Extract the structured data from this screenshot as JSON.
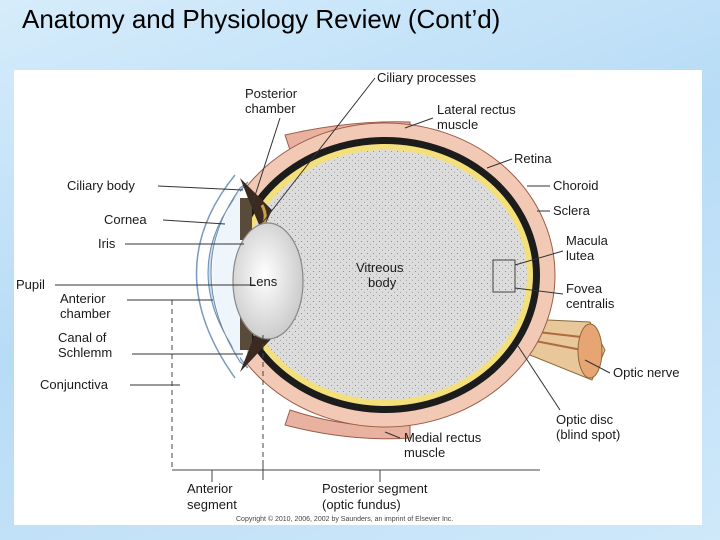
{
  "slide": {
    "title": "Anatomy and Physiology Review (Cont’d)"
  },
  "diagram": {
    "labels": {
      "ciliary_processes": "Ciliary processes",
      "posterior_chamber": [
        "Posterior",
        "chamber"
      ],
      "lateral_rectus": [
        "Lateral rectus",
        "muscle"
      ],
      "retina": "Retina",
      "choroid": "Choroid",
      "sclera": "Sclera",
      "ciliary_body": "Ciliary body",
      "cornea": "Cornea",
      "iris": "Iris",
      "pupil": "Pupil",
      "anterior_chamber": [
        "Anterior",
        "chamber"
      ],
      "canal_of_schlemm": [
        "Canal of",
        "Schlemm"
      ],
      "conjunctiva": "Conjunctiva",
      "lens": "Lens",
      "vitreous_body": [
        "Vitreous",
        "body"
      ],
      "macula_lutea": [
        "Macula",
        "lutea"
      ],
      "fovea_centralis": [
        "Fovea",
        "centralis"
      ],
      "optic_nerve": "Optic nerve",
      "optic_disc": [
        "Optic disc",
        "(blind spot)"
      ],
      "medial_rectus": [
        "Medial rectus",
        "muscle"
      ],
      "anterior_segment": [
        "Anterior",
        "segment"
      ],
      "posterior_segment": [
        "Posterior segment",
        "(optic fundus)"
      ]
    },
    "copyright": "Copyright © 2010, 2006, 2002 by Saunders, an imprint of Elsevier Inc.",
    "colors": {
      "sclera": "#f2c9b4",
      "choroid": "#1c1c1c",
      "retina": "#f3e07a",
      "vitreous": "#d9d9d9",
      "lens": "#e4e4e4",
      "cornea": "#c9def1",
      "muscle": "#e9b2a0",
      "optic_nerve": "#e8c79a"
    }
  }
}
